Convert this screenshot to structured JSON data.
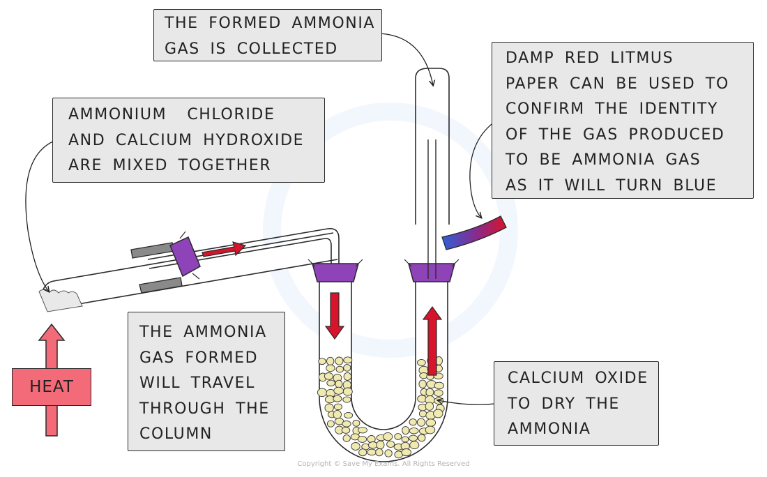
{
  "labels": {
    "collected": [
      "THE FORMED AMMONIA",
      "GAS IS COLLECTED"
    ],
    "mixed": [
      "AMMONIUM  CHLORIDE",
      "AND CALCIUM HYDROXIDE",
      "ARE MIXED TOGETHER"
    ],
    "litmus": [
      "DAMP RED LITMUS",
      "PAPER CAN BE USED TO",
      "CONFIRM THE IDENTITY",
      "OF THE GAS PRODUCED",
      "TO BE AMMONIA GAS",
      "AS IT WILL TURN BLUE"
    ],
    "travel": [
      "THE AMMONIA",
      "GAS FORMED",
      "WILL TRAVEL",
      "THROUGH THE",
      "COLUMN"
    ],
    "dry": [
      "CALCIUM OXIDE",
      "TO DRY THE",
      "AMMONIA"
    ],
    "heat": "HEAT"
  },
  "copyright": "Copyright © Save My Exams. All Rights Reserved",
  "colors": {
    "box_fill": "#e8e8e8",
    "heat": "#f36a78",
    "stopper": "#8e44b8",
    "arrow": "#d6142b",
    "litmus_red": "#d6142b",
    "litmus_blue": "#2e5fd8",
    "granules": "#f1eab0",
    "clamp": "#8a8a8a"
  }
}
